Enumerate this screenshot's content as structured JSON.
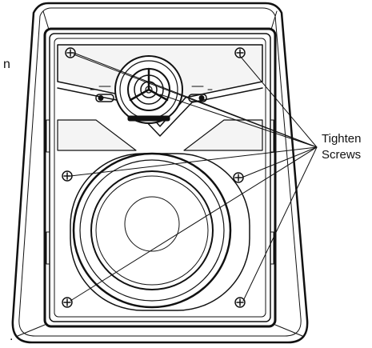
{
  "callout": {
    "line1": "Tighten",
    "line2": "Screws"
  },
  "fragments": {
    "left_edge": "n",
    "bottom_left": "."
  },
  "colors": {
    "ink": "#111111",
    "panel_fill": "#f4f4f4",
    "background": "#ffffff"
  },
  "icons": [
    "screw-icon",
    "tweeter-icon",
    "woofer-icon",
    "level-switch-icon"
  ]
}
